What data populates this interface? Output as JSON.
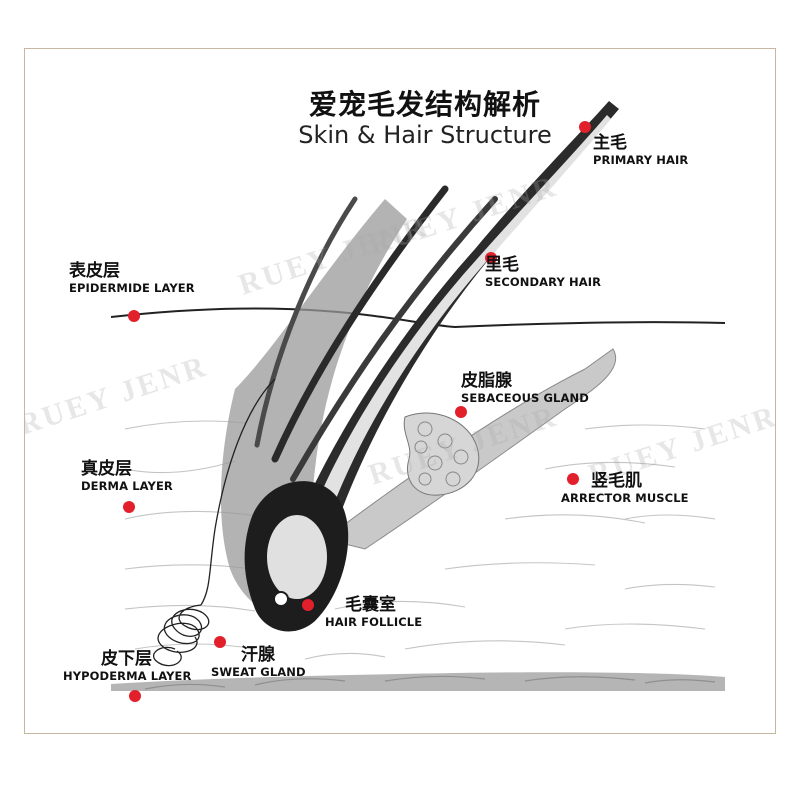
{
  "title_cn": "爱宠毛发结构解析",
  "title_en": "Skin & Hair Structure",
  "labels": {
    "primary_hair": {
      "cn": "主毛",
      "en": "PRIMARY HAIR"
    },
    "secondary_hair": {
      "cn": "里毛",
      "en": "SECONDARY HAIR"
    },
    "epidermide": {
      "cn": "表皮层",
      "en": "EPIDERMIDE LAYER"
    },
    "sebaceous": {
      "cn": "皮脂腺",
      "en": "SEBACEOUS GLAND"
    },
    "derma": {
      "cn": "真皮层",
      "en": "DERMA LAYER"
    },
    "arrector": {
      "cn": "竖毛肌",
      "en": "ARRECTOR MUSCLE"
    },
    "follicle": {
      "cn": "毛囊室",
      "en": "HAIR FOLLICLE"
    },
    "sweat": {
      "cn": "汗腺",
      "en": "SWEAT GLAND"
    },
    "hypoderma": {
      "cn": "皮下层",
      "en": "HYPODERMA LAYER"
    }
  },
  "watermark": "RUEY JENR",
  "colors": {
    "accent": "#e2202b",
    "frame": "#c8b7a0"
  }
}
